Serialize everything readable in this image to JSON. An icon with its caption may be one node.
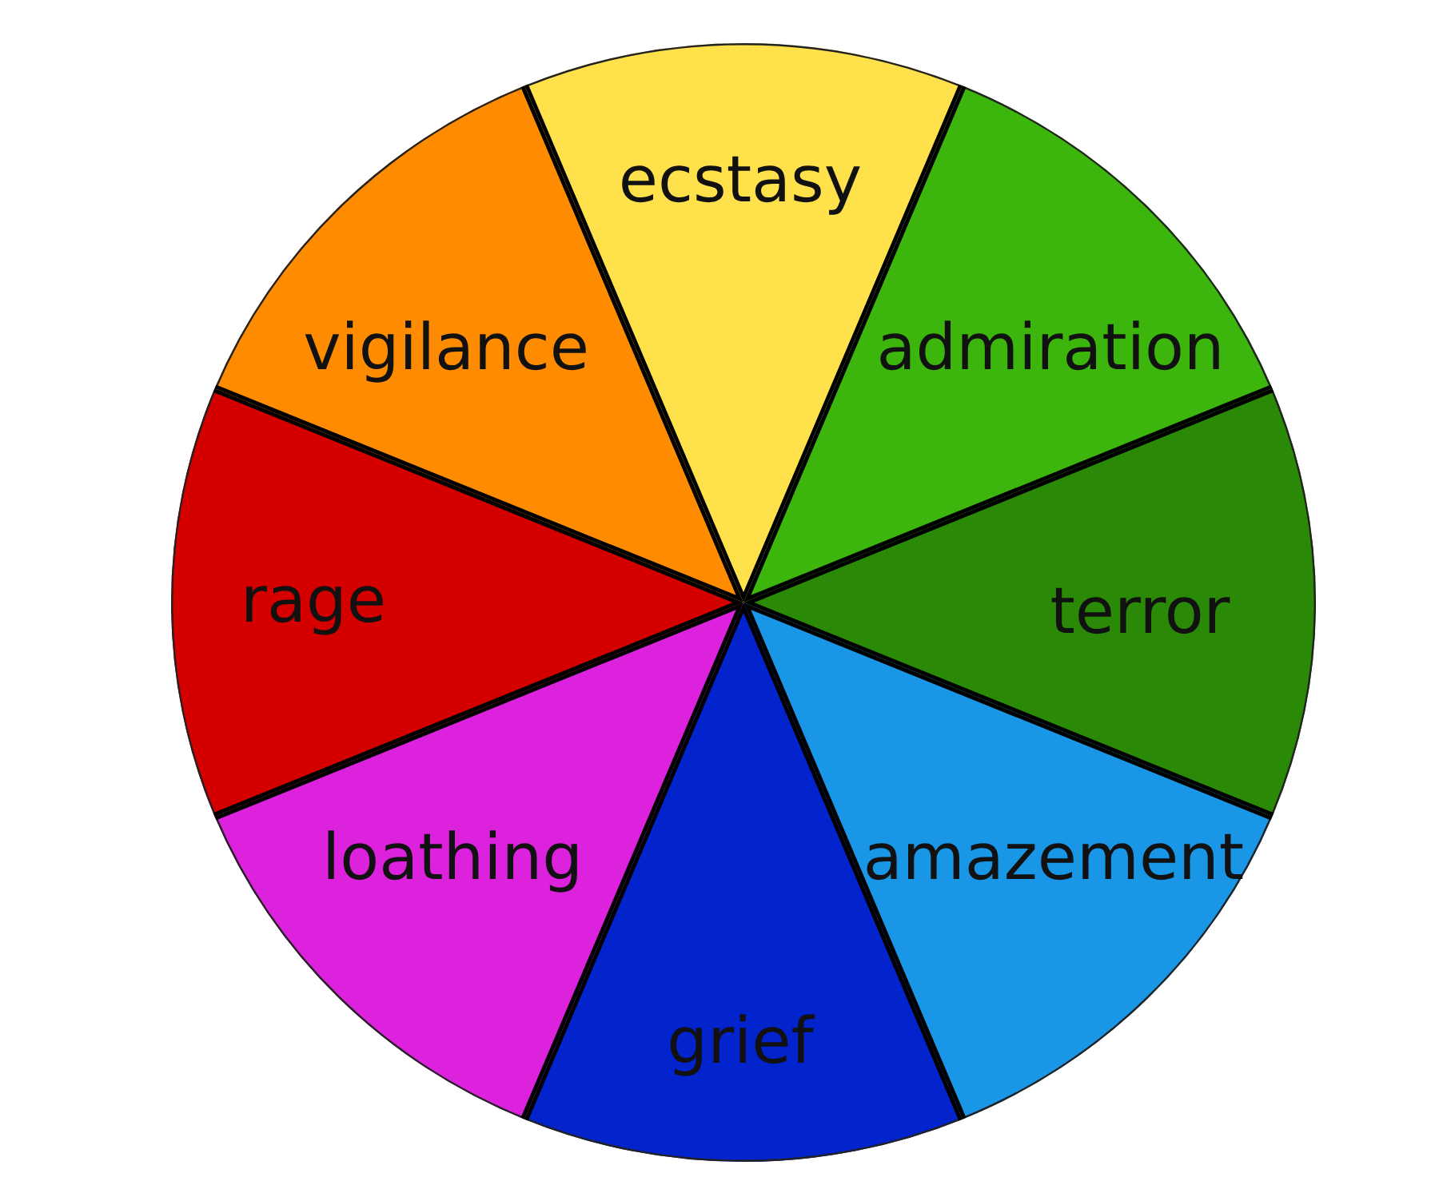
{
  "diagram": {
    "nodes": [
      {
        "text": [
          "ecstasy"
        ]
      },
      {
        "text": [
          "admiration"
        ]
      },
      {
        "text": [
          "terror"
        ]
      },
      {
        "text": [
          "amazement"
        ]
      },
      {
        "text": [
          "grief"
        ]
      },
      {
        "text": [
          "loathing"
        ]
      },
      {
        "text": [
          "rage"
        ]
      },
      {
        "text": [
          "vigilance"
        ]
      }
    ]
  }
}
